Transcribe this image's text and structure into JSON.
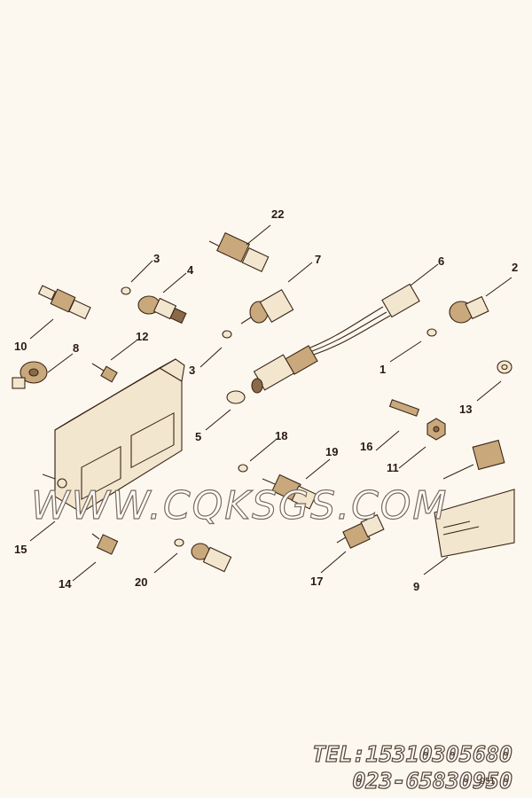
{
  "diagram": {
    "callouts": {
      "c1": "1",
      "c2": "2",
      "c3a": "3",
      "c3b": "3",
      "c4": "4",
      "c5": "5",
      "c6": "6",
      "c7": "7",
      "c8": "8",
      "c9": "9",
      "c10": "10",
      "c11": "11",
      "c12": "12",
      "c13": "13",
      "c14": "14",
      "c15": "15",
      "c16": "16",
      "c17": "17",
      "c18": "18",
      "c19": "19",
      "c20": "20",
      "c22": "22"
    }
  },
  "watermark": "WWW.CQKSGS.COM",
  "contact": {
    "tel": "TEL:15310305680",
    "fax": "023-65830950"
  },
  "ref_code": "_951"
}
